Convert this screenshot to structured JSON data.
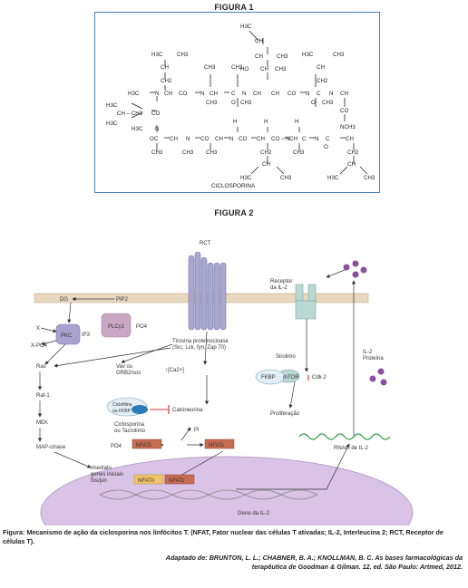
{
  "figure1": {
    "title": "FIGURA 1",
    "compound_label": "CICLOSPORINA",
    "atoms": {
      "h3c": "H3C",
      "ch3": "CH3",
      "ch2": "CH2",
      "ch": "CH",
      "c": "C",
      "h": "H",
      "n": "N",
      "co": "CO",
      "oc": "OC",
      "ho": "HO",
      "o": "O",
      "nch3": "NCH3",
      "ch_ch3": "CH – CH3",
      "co_n": "CO – N"
    }
  },
  "figure2": {
    "title": "FIGURA 2",
    "labels": {
      "rct": "RCT",
      "receptor": "Receptor\nda IL-2",
      "dg": "DG",
      "pip2": "PIP2",
      "x": "X",
      "pkc": "PKC",
      "ip3": "IP3",
      "plc": "PLCγ1",
      "po4_plc": "PO4",
      "xpo4": "X-PO4",
      "tyrosine": "Tirosina proteinocinase\n(Src, Lck, fyn, Zap 70)",
      "ras": "Ras",
      "vav": "Vav ou\nGRB2/sos",
      "ca": "↑[Ca2+]",
      "raf": "Raf-1",
      "mek": "MEK",
      "map": "MAP-cinase",
      "sirolimo": "Sirolimo",
      "fkbp_top": "FKBP",
      "mtor": "mTOR",
      "cdk2": "Cdk 2",
      "proliferacao": "Proliferação",
      "ciclofilina": "Ciclofilina\nou FKBP",
      "calcineurina": "Calcineurina",
      "ciclosporina_tac": "Ciclosporina\nou Tacrolimo",
      "pi": "Pi",
      "po4": "PO4",
      "nfatc": "NFATc",
      "nfatn": "NFATn",
      "il2_protein": "IL-2\nProteína",
      "rnam": "RNAm de IL-2",
      "immediate_genes": "Imediato\ngenes iniciais\nfos/jun",
      "gene_il2": "Gene da IL-2"
    }
  },
  "caption": "Figura: Mecanismo de ação da ciclosporina nos linfócitos T. (NFAT, Fator nuclear das células T ativadas; IL-2, Interleucina 2; RCT, Receptor de células T).",
  "source": "Adaptado de: BRUNTON, L. L.; CHABNER, B. A.; KNOLLMAN, B. C. As bases farmacológicas da terapêutica de Goodman & Gilman. 12. ed. São Paulo: Artmed, 2012.",
  "colors": {
    "frame": "#4a7fc1",
    "membrane": "#e9d7bf",
    "nucleus": "#d9c3e6",
    "rct": "#a7a7cf",
    "receptor": "#b9d8d4",
    "nfat": "#c76b52",
    "pkc": "#a9a2d0",
    "plc": "#c9a7c2",
    "drug_blue": "#2a7ab5",
    "inhibit_red": "#d43b3b",
    "il2_dots": "#8a4fa1",
    "rna_green": "#2e9a45"
  }
}
